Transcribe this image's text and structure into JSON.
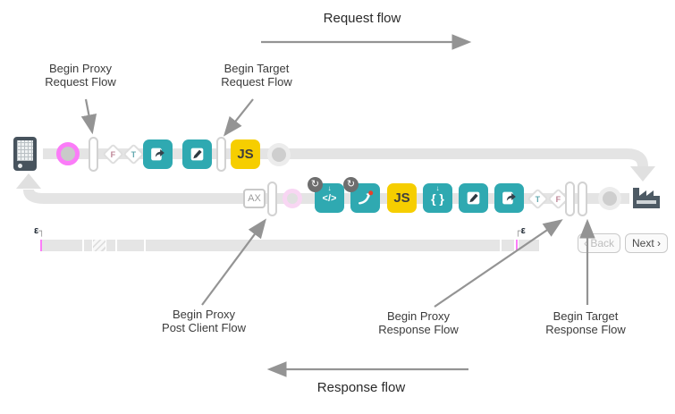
{
  "header": {
    "request_flow_label": "Request flow"
  },
  "footer": {
    "response_flow_label": "Response flow"
  },
  "annotations": {
    "begin_proxy_request_flow": "Begin Proxy\nRequest Flow",
    "begin_target_request_flow": "Begin Target\nRequest Flow",
    "begin_proxy_post_client_flow": "Begin Proxy\nPost Client Flow",
    "begin_proxy_response_flow": "Begin Proxy\nResponse Flow",
    "begin_target_response_flow": "Begin Target\nResponse Flow"
  },
  "policies": {
    "condition_true": "T",
    "condition_false": "F",
    "javascript": "JS",
    "analytics": "AX",
    "code_glyph": "</>",
    "braces_glyph": "{ }"
  },
  "icons": {
    "rotate_badge_glyph": "↻",
    "down_arrow_glyph": "↓"
  },
  "timeline": {
    "epsilon_left": "ε",
    "corner_left": "┐",
    "corner_right": "┌",
    "epsilon_right": "ε",
    "back_button": "‹ Back",
    "next_button": "Next ›"
  },
  "colors": {
    "teal": "#2fa9b1",
    "yellow": "#f6ce00",
    "pink": "#fb7cf8",
    "flow_line": "#e4e4e4",
    "annotation_arrow": "#949494"
  }
}
